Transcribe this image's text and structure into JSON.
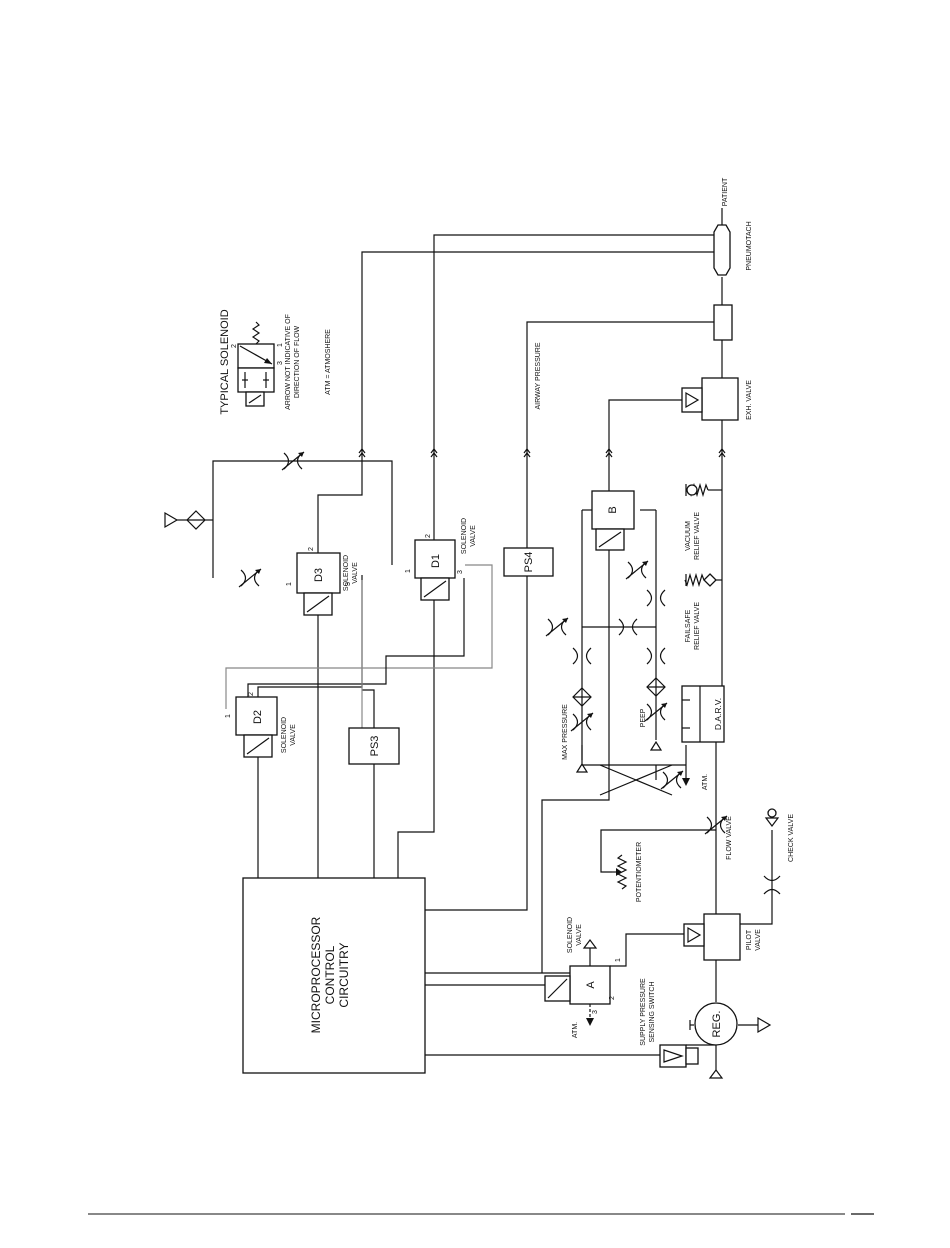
{
  "labels": {
    "microprocessor_line1": "MICROPROCESSOR",
    "microprocessor_line2": "CONTROL",
    "microprocessor_line3": "CIRCUITRY",
    "d1": "D1",
    "d2": "D2",
    "d3": "D3",
    "ps3": "PS3",
    "ps4": "PS4",
    "b": "B",
    "a": "A",
    "reg": "REG.",
    "darv": "D.A.R.V.",
    "solenoid": "SOLENOID",
    "valve": "VALVE",
    "typical_solenoid": "TYPICAL SOLENOID",
    "arrow_note_line1": "ARROW NOT INDICATIVE OF",
    "arrow_note_line2": "DIRECTION OF FLOW",
    "atm_note": "ATM = ATMOSHERE",
    "patient": "PATIENT",
    "pneumotach": "PNEUMOTACH",
    "airway_pressure": "AIRWAY PRESSURE",
    "exh_valve": "EXH. VALVE",
    "vacuum_line1": "VACUUM",
    "vacuum_line2": "RELIEF VALVE",
    "failsafe_line1": "FAILSAFE",
    "failsafe_line2": "RELIEF VALVE",
    "max_pressure": "MAX PRESSURE",
    "peep": "PEEP",
    "atm": "ATM.",
    "flow_valve": "FLOW VALVE",
    "check_valve": "CHECK VALVE",
    "potentiometer": "POTENTIOMETER",
    "pilot_line1": "PILOT",
    "pilot_line2": "VALVE",
    "supply_line1": "SUPPLY PRESSURE",
    "supply_line2": "SENSING SWITCH",
    "port_1": "1",
    "port_2": "2",
    "port_3": "3"
  }
}
